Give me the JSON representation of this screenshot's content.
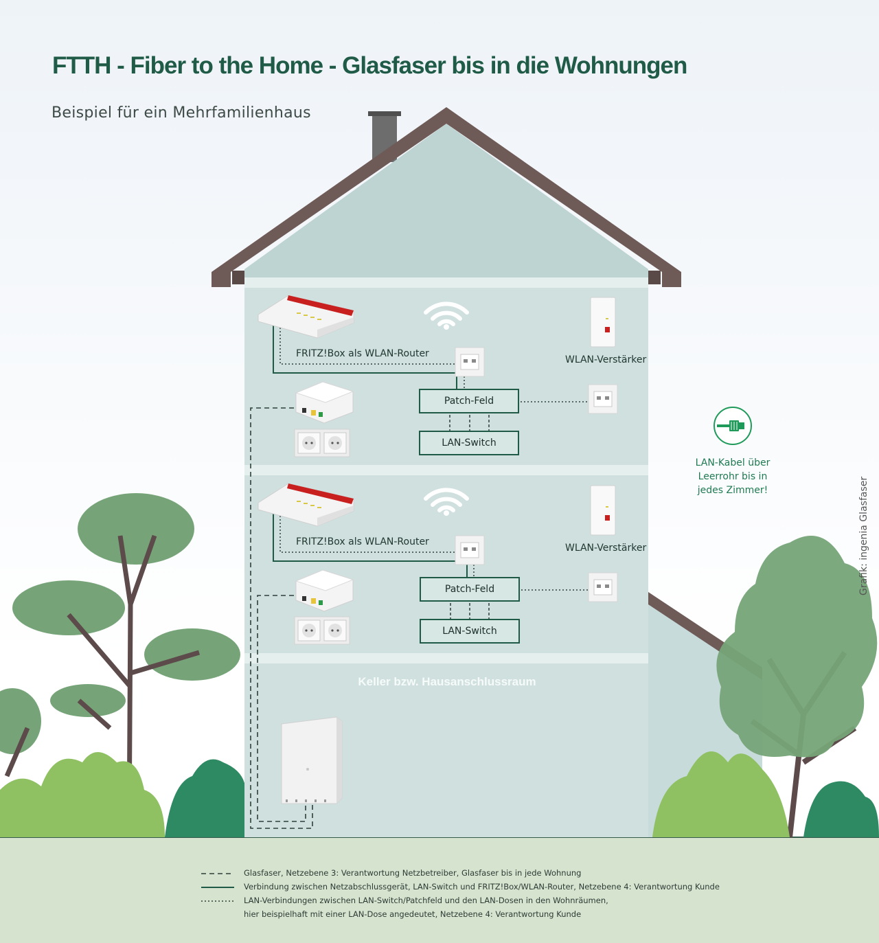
{
  "title": "FTTH - Fiber to the Home - Glasfaser bis in die Wohnungen",
  "subtitle": "Beispiel für ein Mehrfamilienhaus",
  "floors": [
    {
      "router_label": "FRITZ!Box als WLAN-Router",
      "repeater_label": "WLAN-Verstärker",
      "patch_label": "Patch-Feld",
      "switch_label": "LAN-Switch"
    },
    {
      "router_label": "FRITZ!Box als WLAN-Router",
      "repeater_label": "WLAN-Verstärker",
      "patch_label": "Patch-Feld",
      "switch_label": "LAN-Switch"
    }
  ],
  "basement_label": "Keller bzw. Hausanschlussraum",
  "side_note": {
    "lines": [
      "LAN-Kabel über",
      "Leerrohr bis in",
      "jedes Zimmer!"
    ],
    "icon": "lan-cable-icon"
  },
  "credit": "Grafik: ingenia Glasfaser",
  "legend": [
    {
      "style": "dashed",
      "text": "Glasfaser, Netzebene 3: Verantwortung Netzbetreiber, Glasfaser bis in jede Wohnung"
    },
    {
      "style": "solid",
      "text": "Verbindung zwischen Netzabschlussgerät, LAN-Switch und FRITZ!Box/WLAN-Router, Netzebene 4: Verantwortung Kunde"
    },
    {
      "style": "dotted",
      "text": "LAN-Verbindungen zwischen LAN-Switch/Patchfeld und den LAN-Dosen in den Wohnräumen,"
    },
    {
      "style": "none",
      "text": "hier beispielhaft mit einer LAN-Dose angedeutet, Netzebene 4: Verantwortung Kunde"
    }
  ],
  "colors": {
    "brand_green": "#1f5b46",
    "house_wall": "#cfe0df",
    "roof": "#6e5a56",
    "ground": "#d5e3cf",
    "accent_red": "#c8201f",
    "icon_green": "#1f9a5a"
  }
}
